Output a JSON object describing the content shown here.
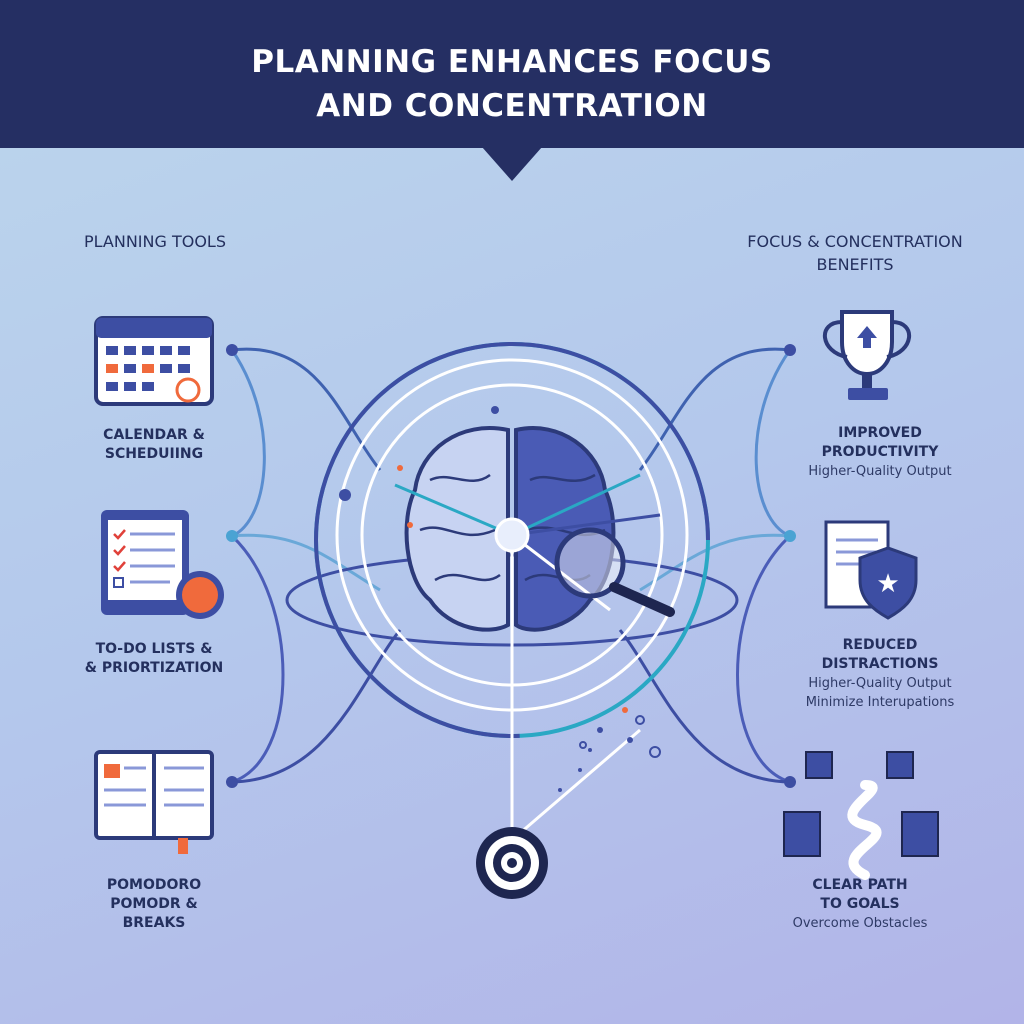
{
  "header": {
    "title_line1": "PLANNING ENHANCES FOCUS",
    "title_line2": "AND CONCENTRATION"
  },
  "left": {
    "heading": "PLANNING TOOLS",
    "items": [
      {
        "label_line1": "CALENDAR &",
        "label_line2": "SCHEDUIING",
        "icon": "calendar-icon"
      },
      {
        "label_line1": "TO-DO LISTS &",
        "label_line2": "& PRIORTIZATION",
        "icon": "checklist-tablet-icon"
      },
      {
        "label_line1": "POMODORO",
        "label_line2": "POMODR &",
        "label_line3": "BREAKS",
        "icon": "notebook-icon"
      }
    ]
  },
  "right": {
    "heading_line1": "FOCUS & CONCENTRATION",
    "heading_line2": "BENEFITS",
    "items": [
      {
        "label_line1": "IMPROVED",
        "label_line2": "PRODUCTIVITY",
        "sub1": "Higher-Quality Output",
        "icon": "trophy-icon"
      },
      {
        "label_line1": "REDUCED",
        "label_line2": "DISTRACTIONS",
        "sub1": "Higher-Quality Output",
        "sub2": "Minimize Interupations",
        "icon": "shield-icon"
      },
      {
        "label_line1": "CLEAR PATH",
        "label_line2": "TO GOALS",
        "sub1": "Overcome Obstacles",
        "icon": "path-icon"
      }
    ]
  },
  "colors": {
    "navy": "#252f63",
    "accent": "#f06a3c",
    "teal": "#2aa8c4",
    "indigo": "#3d4ea3"
  }
}
